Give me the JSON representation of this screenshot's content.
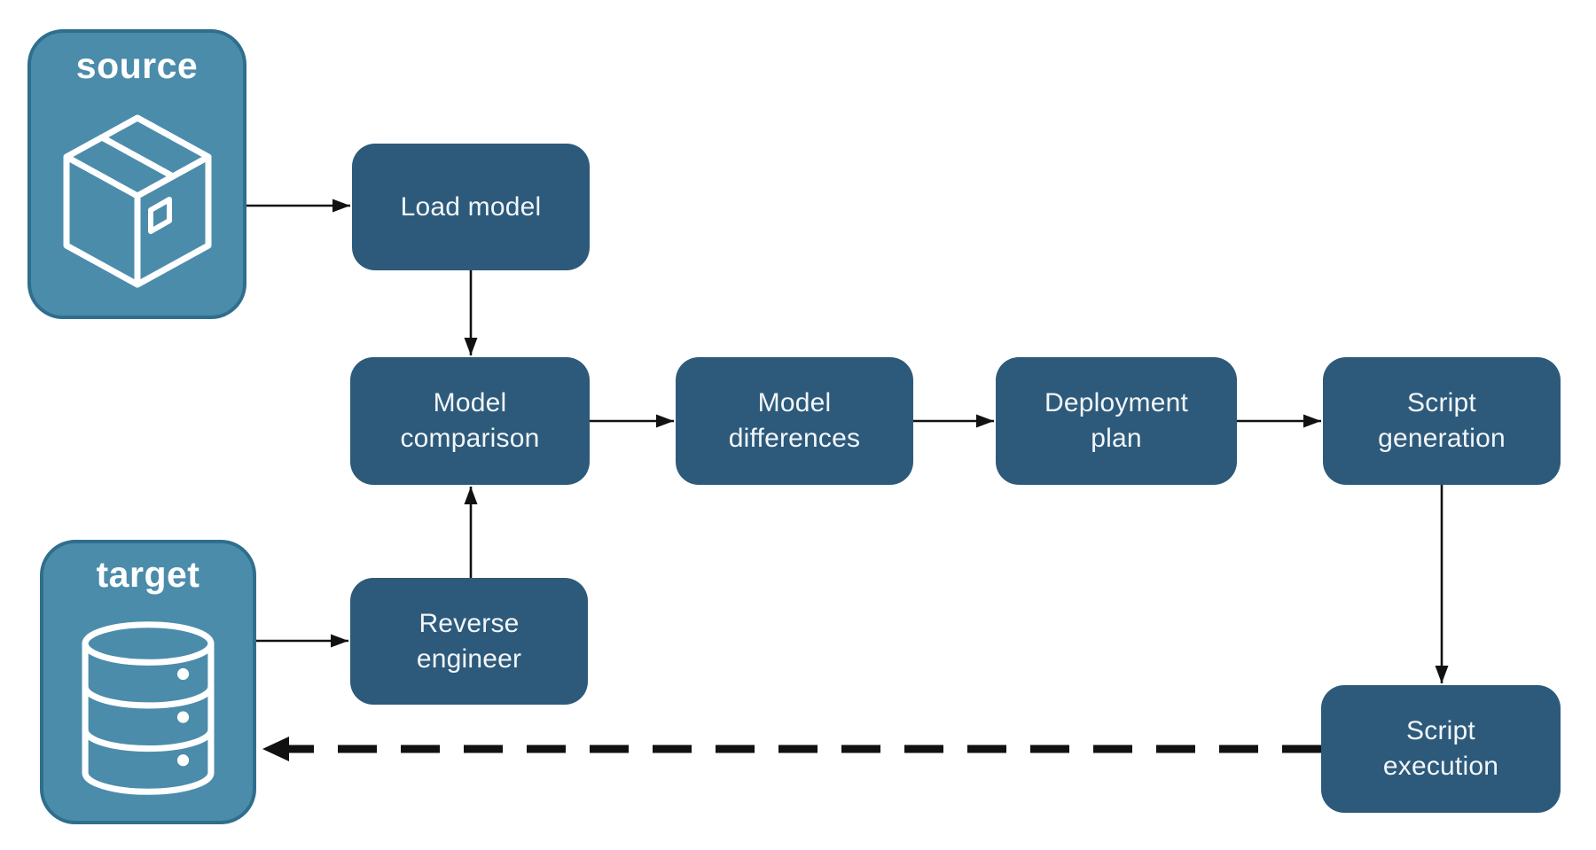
{
  "diagram": {
    "endpoints": [
      {
        "id": "source",
        "label": "source",
        "icon": "package-icon"
      },
      {
        "id": "target",
        "label": "target",
        "icon": "database-icon"
      }
    ],
    "nodes": [
      {
        "id": "load-model",
        "label": "Load model"
      },
      {
        "id": "model-comparison",
        "label": "Model comparison"
      },
      {
        "id": "model-differences",
        "label": "Model differences"
      },
      {
        "id": "deployment-plan",
        "label": "Deployment plan"
      },
      {
        "id": "script-generation",
        "label": "Script generation"
      },
      {
        "id": "reverse-engineer",
        "label": "Reverse engineer"
      },
      {
        "id": "script-execution",
        "label": "Script execution"
      }
    ],
    "edges": [
      {
        "from": "source",
        "to": "load-model",
        "style": "solid"
      },
      {
        "from": "load-model",
        "to": "model-comparison",
        "style": "solid"
      },
      {
        "from": "model-comparison",
        "to": "model-differences",
        "style": "solid"
      },
      {
        "from": "model-differences",
        "to": "deployment-plan",
        "style": "solid"
      },
      {
        "from": "deployment-plan",
        "to": "script-generation",
        "style": "solid"
      },
      {
        "from": "script-generation",
        "to": "script-execution",
        "style": "solid"
      },
      {
        "from": "target",
        "to": "reverse-engineer",
        "style": "solid"
      },
      {
        "from": "reverse-engineer",
        "to": "model-comparison",
        "style": "solid"
      },
      {
        "from": "script-execution",
        "to": "target",
        "style": "dashed"
      }
    ],
    "colors": {
      "node_fill": "#2d5a7a",
      "endpoint_fill": "#4b8cab",
      "endpoint_border": "#2f6e8d",
      "node_text": "#f2f6f9",
      "endpoint_text": "#ffffff",
      "arrow": "#111111",
      "background": "#ffffff"
    }
  }
}
